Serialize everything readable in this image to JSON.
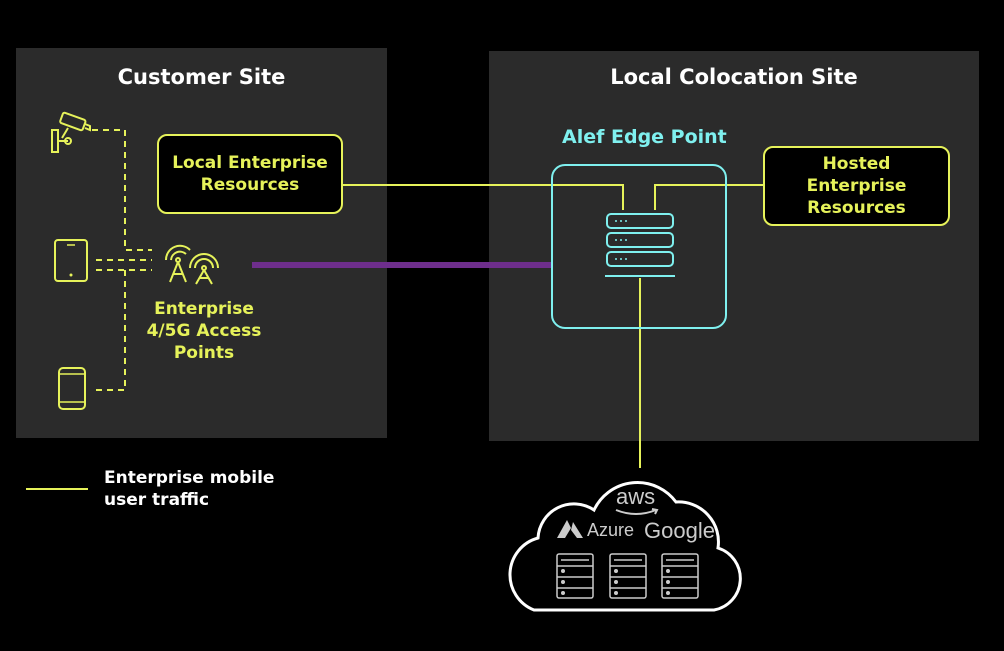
{
  "customer_site": {
    "title": "Customer Site"
  },
  "colo_site": {
    "title": "Local Colocation Site"
  },
  "local_resources": {
    "label": "Local Enterprise Resources"
  },
  "hosted_resources": {
    "label": "Hosted Enterprise Resources"
  },
  "edge_point": {
    "label": "Alef Edge Point"
  },
  "access_points": {
    "label_lines": [
      "Enterprise",
      "4/5G Access",
      "Points"
    ]
  },
  "legend": {
    "label_lines": [
      "Enterprise mobile",
      "user traffic"
    ]
  },
  "cloud": {
    "providers": [
      "aws",
      "Azure",
      "Google"
    ]
  },
  "colors": {
    "yellow": "#e6f25a",
    "cyan": "#7ff0ef",
    "purple": "#6e2e8c",
    "panel": "#2b2b2b"
  },
  "icons": [
    "camera-icon",
    "tablet-icon",
    "phone-icon",
    "antenna-icon",
    "server-stack-icon",
    "cloud-icon",
    "server-icon"
  ]
}
